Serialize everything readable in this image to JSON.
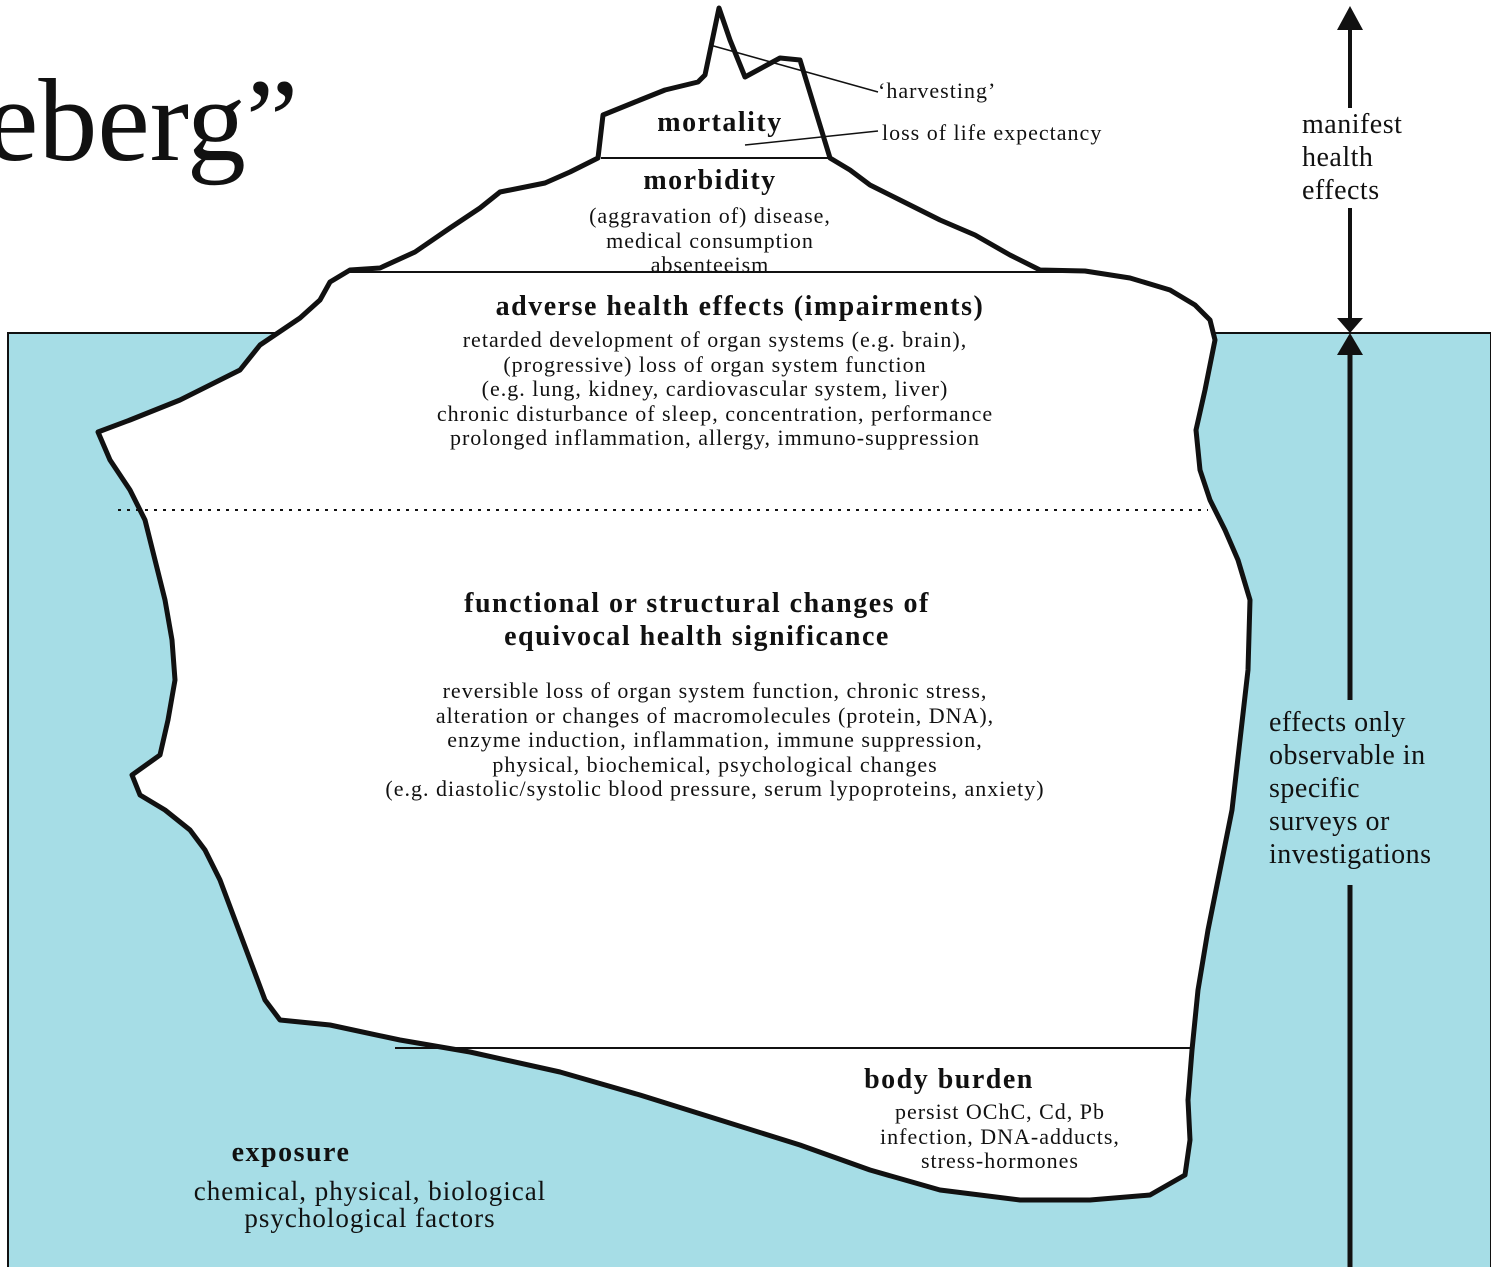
{
  "title_fragment": "eberg”",
  "colors": {
    "water": "#a6dde6",
    "ice": "#ffffff",
    "outline": "#111111"
  },
  "tip": {
    "harvesting": "‘harvesting’",
    "loss_of_life": "loss  of  life  expectancy"
  },
  "levels": {
    "mortality": {
      "heading": "mortality"
    },
    "morbidity": {
      "heading": "morbidity",
      "lines": [
        "(aggravation  of)  disease,",
        "medical  consumption",
        "absenteeism"
      ]
    },
    "adverse": {
      "heading": "adverse  health  effects  (impairments)",
      "lines": [
        "retarded  development  of  organ  systems  (e.g.  brain),",
        "(progressive)  loss  of  organ  system  function",
        "(e.g.  lung,  kidney,  cardiovascular  system,  liver)",
        "chronic  disturbance  of  sleep,  concentration,  performance",
        "prolonged  inflammation,  allergy,  immuno-suppression"
      ]
    },
    "functional": {
      "heading_lines": [
        "functional  or  structural  changes  of",
        "equivocal  health  significance"
      ],
      "lines": [
        "reversible  loss  of  organ  system  function,  chronic   stress,",
        "alteration  or  changes  of  macromolecules  (protein,  DNA),",
        "enzyme  induction,  inflammation,  immune  suppression,",
        "physical,  biochemical,  psychological  changes",
        "(e.g.  diastolic/systolic  blood  pressure,  serum  lypoproteins,  anxiety)"
      ]
    },
    "body_burden": {
      "heading": "body  burden",
      "lines": [
        "persist  OChC,  Cd,  Pb",
        "infection,  DNA-adducts,",
        "stress-hormones"
      ]
    },
    "exposure": {
      "heading": "exposure",
      "lines": [
        "chemical,  physical,  biological",
        "psychological  factors"
      ]
    }
  },
  "side_labels": {
    "manifest": [
      "manifest",
      "health",
      "effects"
    ],
    "observable": [
      "effects only",
      "observable in",
      "specific",
      "surveys or",
      "investigations"
    ]
  }
}
